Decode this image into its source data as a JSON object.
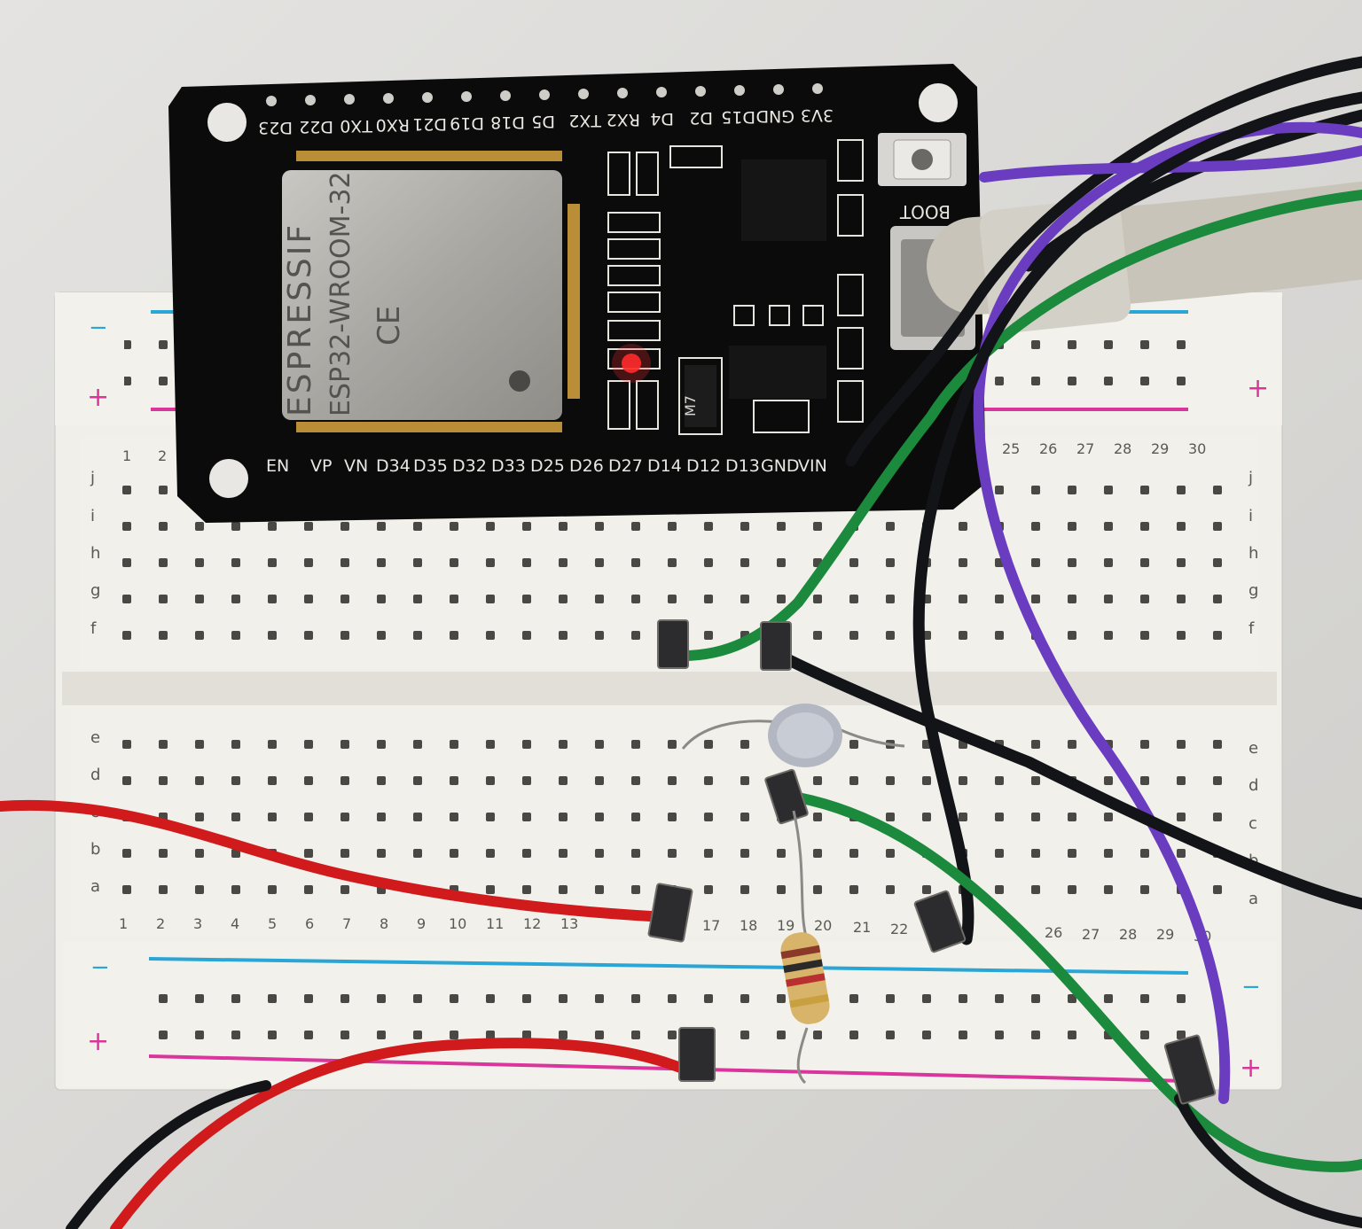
{
  "breadboard": {
    "column_numbers_top": [
      "1",
      "2",
      "25",
      "26",
      "27",
      "28",
      "29",
      "30"
    ],
    "column_numbers_bottom": [
      "1",
      "2",
      "3",
      "4",
      "5",
      "6",
      "7",
      "8",
      "9",
      "10",
      "11",
      "12",
      "13",
      "17",
      "18",
      "19",
      "20",
      "21",
      "22",
      "26",
      "27",
      "28",
      "29",
      "30"
    ],
    "rows_top": [
      "j",
      "i",
      "h",
      "g",
      "f"
    ],
    "rows_bottom": [
      "e",
      "d",
      "c",
      "b",
      "a"
    ],
    "rail_minus": "−",
    "rail_plus": "+"
  },
  "board": {
    "module_brand": "ESPRESSIF",
    "module_name": "ESP32-WROOM-32",
    "ce_mark": "CE",
    "boot_label": "BOOT",
    "ic_label": "M7",
    "top_pins": [
      "D23",
      "D22",
      "TX0",
      "RX0",
      "D21",
      "D19",
      "D18",
      "D5",
      "TX2",
      "RX2",
      "D4",
      "D2",
      "D15",
      "GND",
      "3V3"
    ],
    "bottom_pins": [
      "EN",
      "VP",
      "VN",
      "D34",
      "D35",
      "D32",
      "D33",
      "D25",
      "D26",
      "D27",
      "D14",
      "D12",
      "D13",
      "GND",
      "VIN"
    ]
  },
  "colors": {
    "breadboard": "#f1efea",
    "board": "#0b0b0c",
    "rail_blue": "#2aa6d6",
    "rail_red": "#d9359b",
    "wire_red": "#d01a1c",
    "wire_green": "#1b8a3c",
    "wire_black": "#121417",
    "wire_purple": "#6a3cc0",
    "led": "#ff2a2a"
  }
}
